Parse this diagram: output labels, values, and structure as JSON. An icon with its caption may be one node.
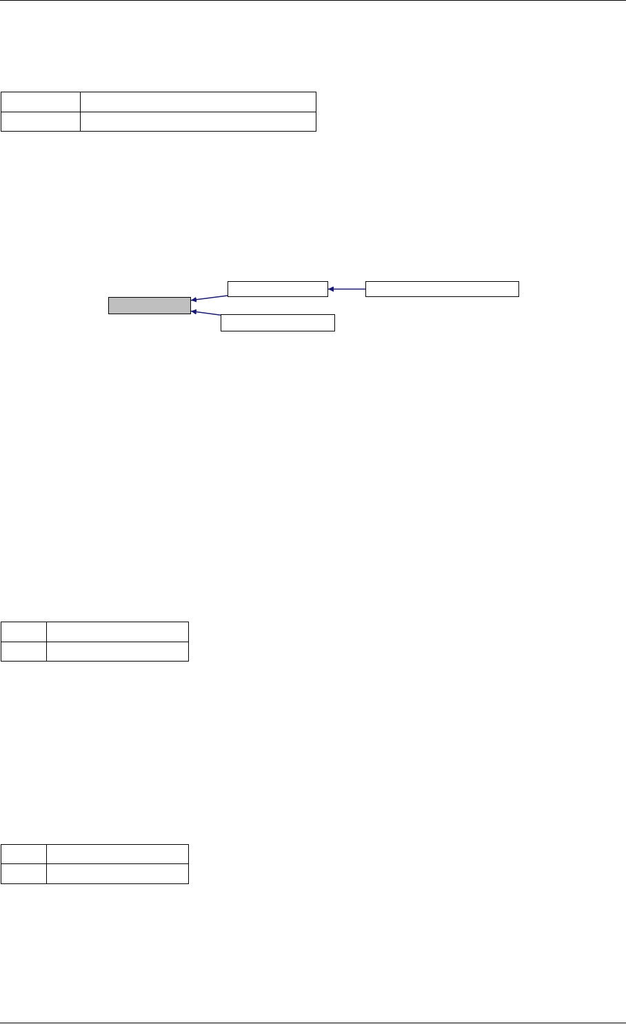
{
  "diagram": {
    "nodes": [
      {
        "text": [],
        "shape": "box"
      },
      {
        "text": [],
        "shape": "box"
      },
      {
        "text": [],
        "shape": "box"
      },
      {
        "text": [],
        "shape": "box"
      }
    ],
    "edges": [
      {
        "from": 1,
        "to": 0,
        "arrow": "to"
      },
      {
        "from": 2,
        "to": 1,
        "arrow": "to"
      },
      {
        "from": 3,
        "to": 0,
        "arrow": "to"
      }
    ]
  }
}
